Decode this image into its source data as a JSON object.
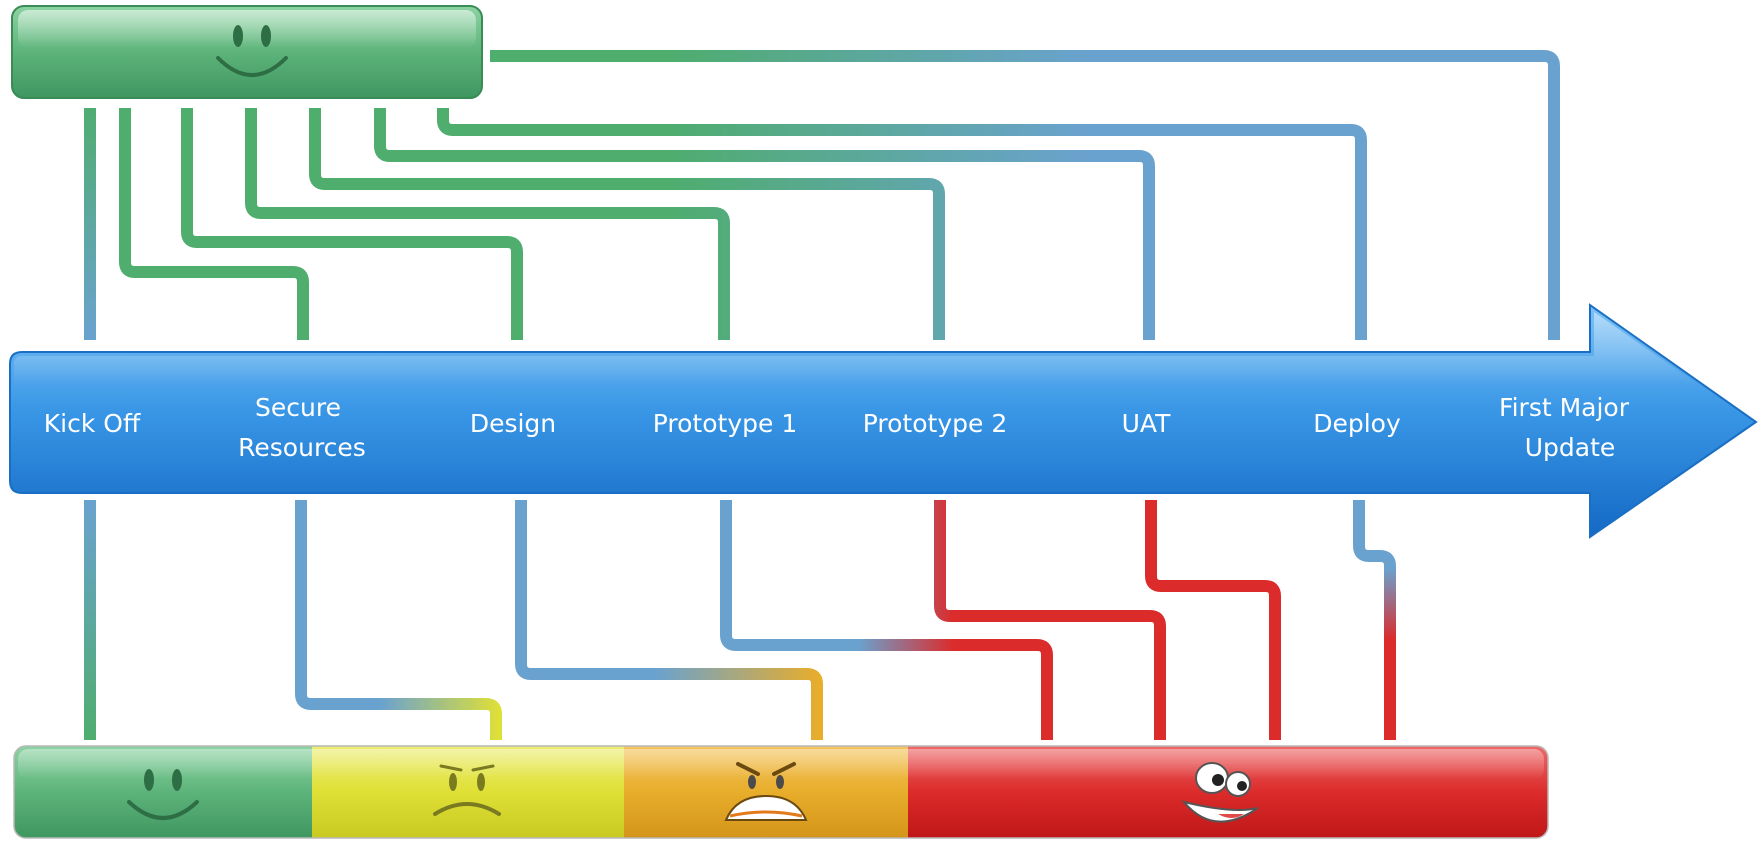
{
  "colors": {
    "happy_green": "#4fad6e",
    "worried_yellow": "#dfe036",
    "angry_orange": "#e8ad2b",
    "crazy_red": "#dc2b2b",
    "arrow_blue": "#2f8fe0",
    "connector_blue": "#6aa2cf"
  },
  "top_box": {
    "icon": "smiley-happy-icon"
  },
  "timeline": {
    "stages": [
      {
        "id": "kickoff",
        "lines": [
          "Kick Off"
        ]
      },
      {
        "id": "secure",
        "lines": [
          "Secure",
          "Resources"
        ]
      },
      {
        "id": "design",
        "lines": [
          "Design"
        ]
      },
      {
        "id": "proto1",
        "lines": [
          "Prototype 1"
        ]
      },
      {
        "id": "proto2",
        "lines": [
          "Prototype 2"
        ]
      },
      {
        "id": "uat",
        "lines": [
          "UAT"
        ]
      },
      {
        "id": "deploy",
        "lines": [
          "Deploy"
        ]
      },
      {
        "id": "update",
        "lines": [
          "First Major",
          "Update"
        ]
      }
    ]
  },
  "mood_bar": {
    "segments": [
      {
        "id": "happy",
        "icon": "smiley-happy-icon"
      },
      {
        "id": "worried",
        "icon": "smiley-worried-icon"
      },
      {
        "id": "angry",
        "icon": "smiley-angry-icon"
      },
      {
        "id": "crazy",
        "icon": "smiley-crazy-icon"
      }
    ]
  },
  "connections": [
    {
      "from": "kickoff",
      "to": "happy"
    },
    {
      "from": "secure",
      "to": "worried"
    },
    {
      "from": "design",
      "to": "angry"
    },
    {
      "from": "proto1",
      "to": "crazy"
    },
    {
      "from": "proto2",
      "to": "crazy"
    },
    {
      "from": "uat",
      "to": "crazy"
    },
    {
      "from": "deploy",
      "to": "crazy"
    }
  ]
}
